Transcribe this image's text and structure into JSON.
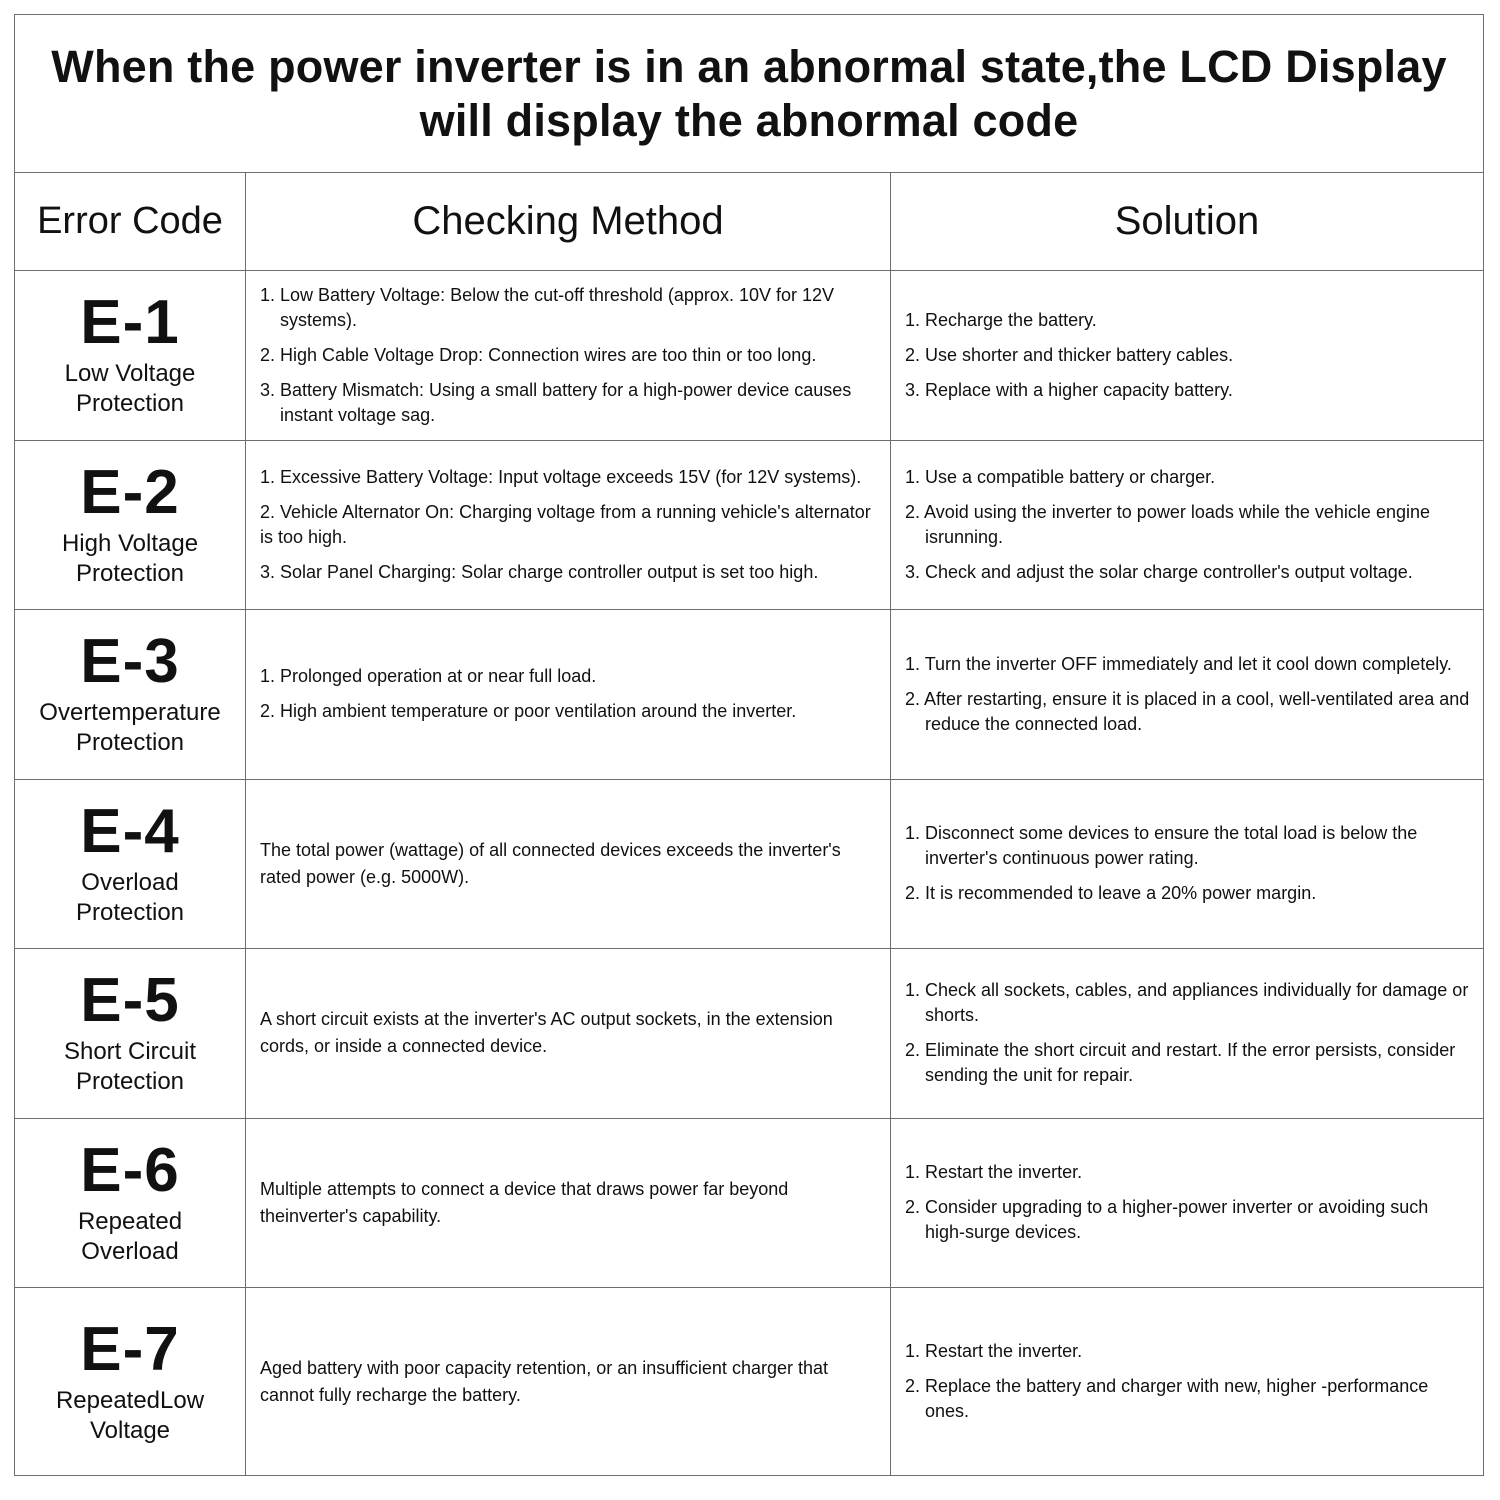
{
  "title": {
    "line1": "When the power inverter is in an abnormal state,the LCD Display",
    "line2": "will display the abnormal code"
  },
  "headers": {
    "error_code": "Error Code",
    "checking_method": "Checking Method",
    "solution": "Solution"
  },
  "rows": [
    {
      "code": "E-1",
      "name_line1": "Low Voltage",
      "name_line2": "Protection",
      "checking": [
        "1. Low Battery Voltage: Below the cut-off threshold (approx. 10V for 12V systems).",
        "2. High Cable Voltage Drop: Connection wires are too thin or too long.",
        "3. Battery Mismatch: Using a small battery for a high-power device causes instant voltage sag."
      ],
      "solution": [
        "1. Recharge the battery.",
        "2. Use shorter and thicker battery cables.",
        "3. Replace with a higher capacity battery."
      ]
    },
    {
      "code": "E-2",
      "name_line1": "High Voltage",
      "name_line2": "Protection",
      "checking": [
        "1. Excessive Battery Voltage: Input voltage exceeds 15V (for 12V systems).",
        "2. Vehicle Alternator On: Charging voltage from a running vehicle's alternator is too high.",
        "3. Solar Panel Charging: Solar charge controller output is set too high."
      ],
      "solution": [
        "1. Use a compatible battery or charger.",
        "2. Avoid using the inverter to power loads while the vehicle engine isrunning.",
        "3. Check and adjust the solar charge controller's output voltage."
      ]
    },
    {
      "code": "E-3",
      "name_line1": "Overtemperature",
      "name_line2": "Protection",
      "checking": [
        "1. Prolonged operation at or near full load.",
        "2. High ambient temperature or poor ventilation around the inverter."
      ],
      "solution": [
        "1. Turn the inverter OFF immediately and let it cool down completely.",
        "2. After restarting, ensure it is placed in a cool, well-ventilated area and reduce the connected load."
      ]
    },
    {
      "code": "E-4",
      "name_line1": "Overload",
      "name_line2": "Protection",
      "checking_text": "The total power (wattage) of all connected devices exceeds the inverter's rated power (e.g. 5000W).",
      "solution": [
        "1. Disconnect some devices to ensure the total load is below the inverter's continuous power rating.",
        "2. It is recommended to leave a 20% power margin."
      ]
    },
    {
      "code": "E-5",
      "name_line1": "Short Circuit",
      "name_line2": "Protection",
      "checking_text": "A short circuit exists at the inverter's AC output sockets, in the extension cords, or inside a connected device.",
      "solution": [
        "1. Check all sockets, cables, and appliances individually for damage or shorts.",
        "2. Eliminate the short circuit and restart. If the error persists, consider sending the unit for repair."
      ]
    },
    {
      "code": "E-6",
      "name_line1": "Repeated",
      "name_line2": "Overload",
      "checking_text": "Multiple attempts to connect a device that draws power far beyond theinverter's capability.",
      "solution": [
        "1. Restart the inverter.",
        "2. Consider upgrading to a higher-power inverter or avoiding such high-surge devices."
      ]
    },
    {
      "code": "E-7",
      "name_line1": "RepeatedLow",
      "name_line2": "Voltage",
      "checking_text": "Aged battery with poor capacity retention, or an insufficient charger that cannot fully recharge the battery.",
      "solution": [
        "1. Restart the inverter.",
        "2. Replace the battery and charger with new, higher -performance ones."
      ]
    }
  ]
}
